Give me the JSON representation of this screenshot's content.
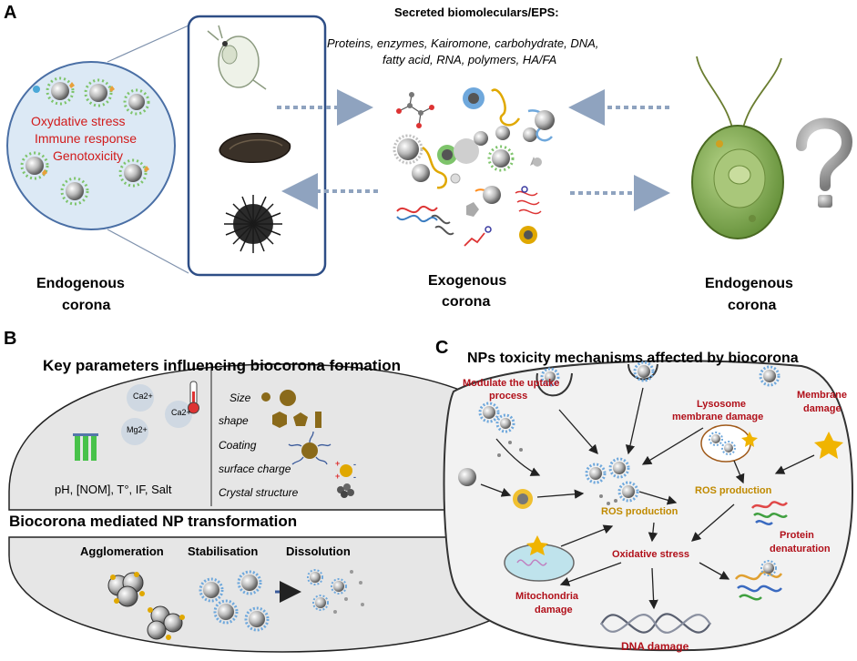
{
  "panels": {
    "a": "A",
    "b": "B",
    "c": "C"
  },
  "panel_a": {
    "secreted_title": "Secreted biomoleculars/EPS:",
    "secreted_line1": "Proteins, enzymes, Kairomone, carbohydrate,  DNA,",
    "secreted_line2": "fatty acid, RNA, polymers, HA/FA",
    "effects": [
      "Oxydative stress",
      "Immune response",
      "Genotoxicity"
    ],
    "left_corona": [
      "Endogenous",
      "corona"
    ],
    "middle_corona": [
      "Exogenous",
      "corona"
    ],
    "right_corona": [
      "Endogenous",
      "corona"
    ],
    "question_mark": "?"
  },
  "panel_b": {
    "title": "Key parameters influencing biocorona formation",
    "ions": [
      "Ca2+",
      "Ca2+",
      "Mg2+"
    ],
    "env_params": "pH, [NOM], T°, IF, Salt",
    "np_params": [
      "Size",
      "shape",
      "Coating",
      "surface charge",
      "Crystal structure"
    ],
    "transformation_title": "Biocorona mediated NP transformation",
    "transformations": [
      "Agglomeration",
      "Stabilisation",
      "Dissolution"
    ]
  },
  "panel_c": {
    "title": "NPs toxicity mechanisms affected by biocorona",
    "uptake": [
      "Modulate the uptake",
      "process"
    ],
    "lysosome": [
      "Lysosome",
      "membrane damage"
    ],
    "membrane": [
      "Membrane",
      "damage"
    ],
    "ros1": "ROS production",
    "ros2": "ROS production",
    "protein": [
      "Protein",
      "denaturation"
    ],
    "oxidative": "Oxidative stress",
    "mito": [
      "Mitochondria",
      "damage"
    ],
    "dna": "DNA damage"
  }
}
